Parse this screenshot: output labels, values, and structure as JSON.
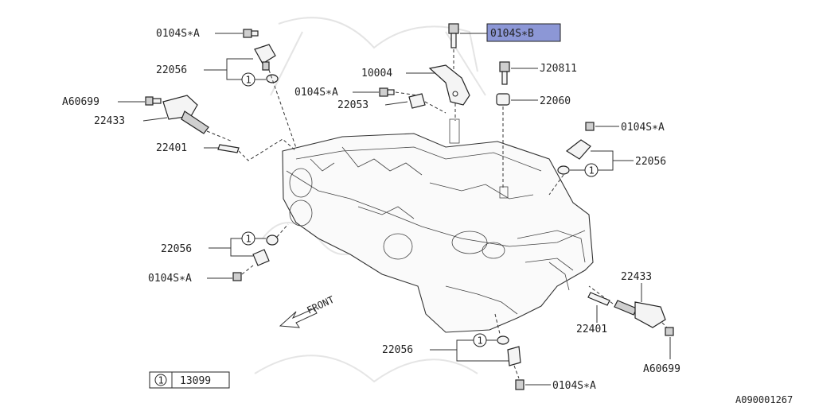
{
  "labels": {
    "top_0104SA": "0104S∗A",
    "left_22056_top": "22056",
    "left_A60699": "A60699",
    "left_22433": "22433",
    "left_22401": "22401",
    "hl_0104SB": "0104S∗B",
    "mid_10004": "10004",
    "mid_0104SA": "0104S∗A",
    "mid_22053": "22053",
    "right_J20811": "J20811",
    "right_22060": "22060",
    "right_0104SA": "0104S∗A",
    "right_22056": "22056",
    "left_22056_bot": "22056",
    "left_0104SA_bot": "0104S∗A",
    "front": "FRONT",
    "rb_22433": "22433",
    "rb_22401": "22401",
    "rb_A60699": "A60699",
    "bot_22056": "22056",
    "bot_0104SA": "0104S∗A",
    "callout": "1",
    "legend_num": "1",
    "legend_part": "13099",
    "ref_code": "A090001267"
  },
  "colors": {
    "highlight": "#8c97d6",
    "line": "#333333"
  }
}
